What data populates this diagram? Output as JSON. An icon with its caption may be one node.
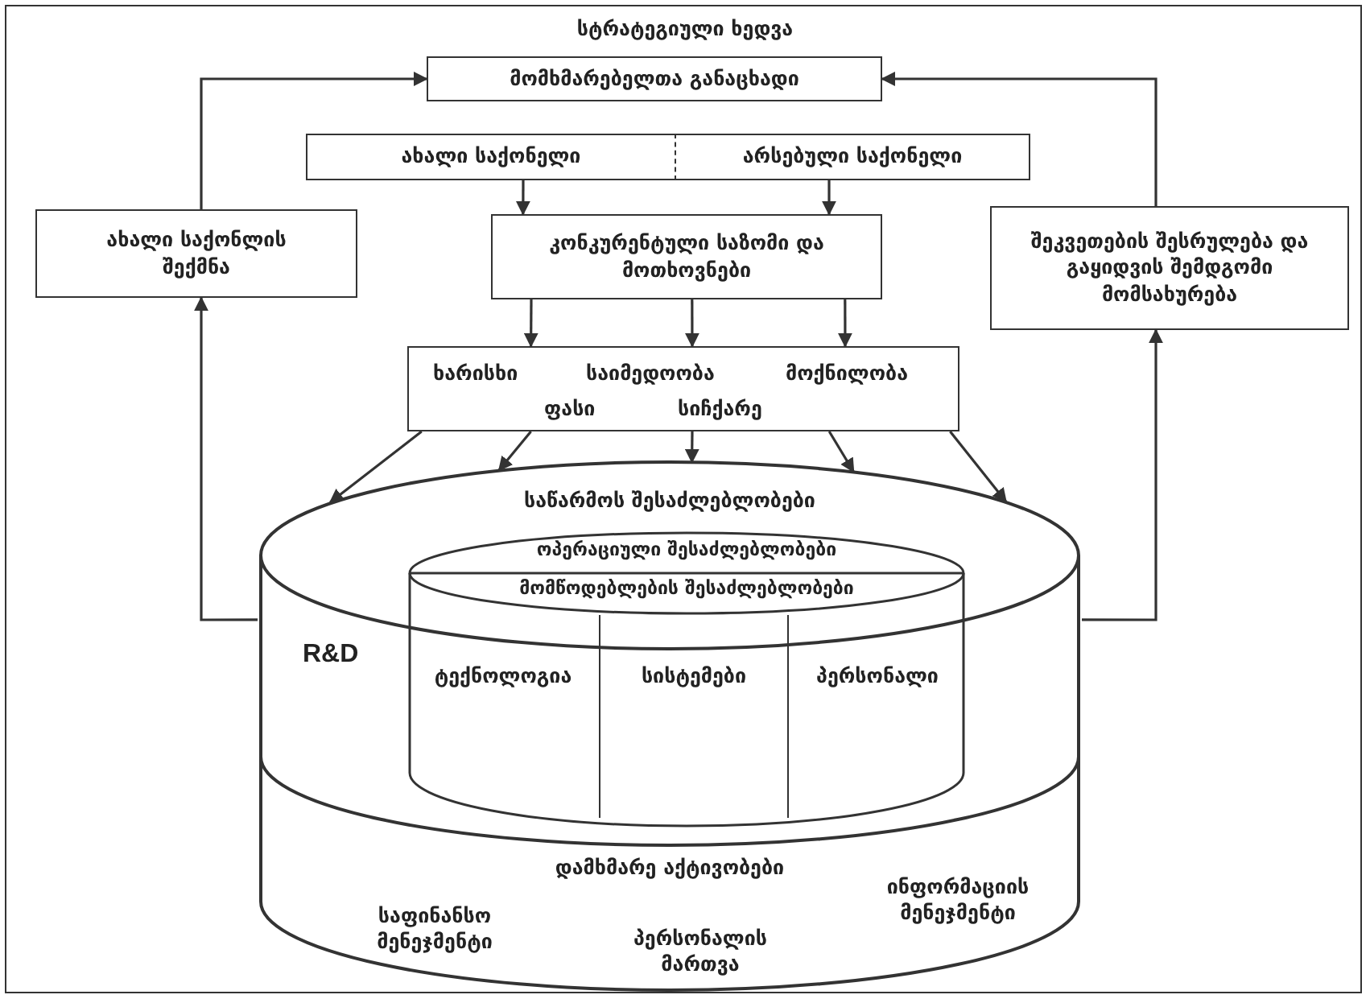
{
  "diagram": {
    "title": "სტრატეგიული ხედვა",
    "nodes": [
      {
        "text": [
          "მომხმარებელთა განაცხადი"
        ]
      },
      {
        "text": [
          "ახალი საქონელი"
        ]
      },
      {
        "text": [
          "არსებული საქონელი"
        ]
      },
      {
        "text": [
          "ახალი საქონლის შექმნა"
        ]
      },
      {
        "text": [
          "კონკურენტული საზომი და მოთხოვნები"
        ]
      },
      {
        "text": [
          "შეკვეთების შესრულება და გაყიდვის შემდგომი მომსახურება"
        ]
      },
      {
        "text": [
          "ხარისხი",
          "საიმედოობა",
          "მოქნილობა",
          "ფასი",
          "სიჩქარე"
        ]
      },
      {
        "text": [
          "საწარმოს შესაძლებლობები",
          "R&D"
        ]
      },
      {
        "text": [
          "ოპერაციული შესაძლებლობები",
          "მომწოდებლების შესაძლებლობები"
        ],
        "in": 7
      },
      {
        "text": [
          "ტექნოლოგია"
        ],
        "in": 8
      },
      {
        "text": [
          "სისტემები"
        ],
        "in": 8
      },
      {
        "text": [
          "პერსონალი"
        ],
        "in": 8
      },
      {
        "text": [
          "დამხმარე აქტივობები",
          "საფინანსო მენეჯმენტი",
          "პერსონალის მართვა",
          "ინფორმაციის მენეჯმენტი"
        ],
        "in": 7
      }
    ],
    "edges": [
      {
        "from": 7,
        "to": 3,
        "arrow": "to"
      },
      {
        "from": 3,
        "to": 0,
        "arrow": "to"
      },
      {
        "from": 7,
        "to": 5,
        "arrow": "to"
      },
      {
        "from": 5,
        "to": 0,
        "arrow": "to"
      },
      {
        "from": 1,
        "to": 4,
        "arrow": "to"
      },
      {
        "from": 2,
        "to": 4,
        "arrow": "to"
      },
      {
        "from": 4,
        "to": 6,
        "arrow": "to"
      },
      {
        "from": 4,
        "to": 6,
        "arrow": "to"
      },
      {
        "from": 4,
        "to": 6,
        "arrow": "to"
      },
      {
        "from": 6,
        "to": 7,
        "arrow": "to"
      },
      {
        "from": 6,
        "to": 7,
        "arrow": "to"
      },
      {
        "from": 6,
        "to": 7,
        "arrow": "to"
      },
      {
        "from": 6,
        "to": 7,
        "arrow": "to"
      },
      {
        "from": 6,
        "to": 7,
        "arrow": "to"
      }
    ]
  }
}
